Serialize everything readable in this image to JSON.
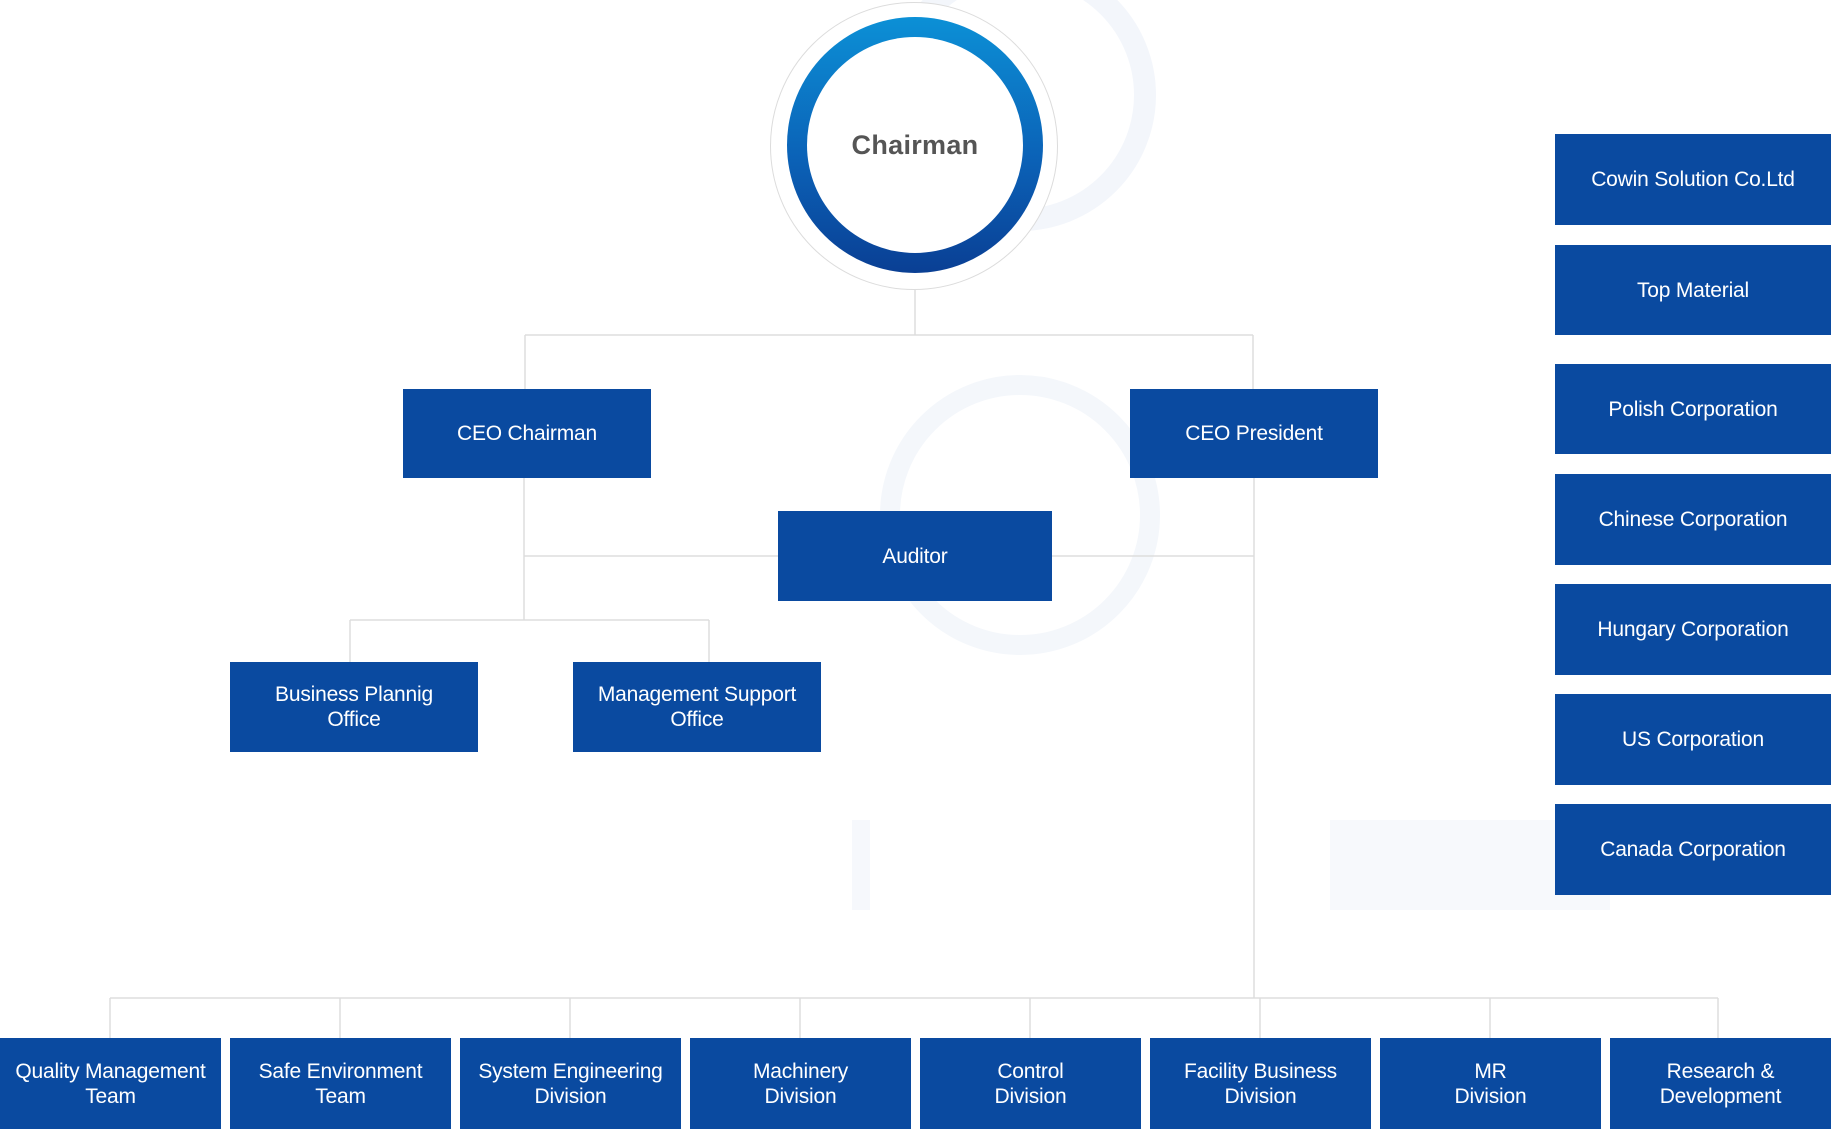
{
  "chairman": {
    "label": "Chairman"
  },
  "ceo_chairman": {
    "label": "CEO Chairman"
  },
  "ceo_president": {
    "label": "CEO President"
  },
  "auditor": {
    "label": "Auditor"
  },
  "offices": [
    {
      "label": "Business Plannig\nOffice"
    },
    {
      "label": "Management Support\nOffice"
    }
  ],
  "subsidiaries": [
    {
      "label": "Cowin Solution Co.Ltd"
    },
    {
      "label": "Top Material"
    },
    {
      "label": "Polish Corporation"
    },
    {
      "label": "Chinese Corporation"
    },
    {
      "label": "Hungary Corporation"
    },
    {
      "label": "US Corporation"
    },
    {
      "label": "Canada Corporation"
    }
  ],
  "divisions": [
    {
      "label": "Quality Management\nTeam"
    },
    {
      "label": "Safe Environment\nTeam"
    },
    {
      "label": "System Engineering\nDivision"
    },
    {
      "label": "Machinery\nDivision"
    },
    {
      "label": "Control\nDivision"
    },
    {
      "label": "Facility Business\nDivision"
    },
    {
      "label": "MR\nDivision"
    },
    {
      "label": "Research &\nDevelopment"
    }
  ],
  "colors": {
    "box": "#0a4aa0",
    "box_text": "#ffffff",
    "connector": "#dddddd",
    "chairman_text": "#555555"
  }
}
